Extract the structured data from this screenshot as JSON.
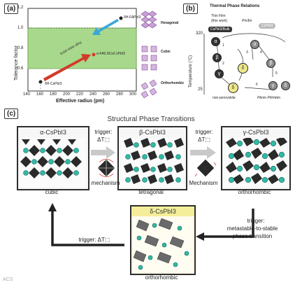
{
  "panel_a": {
    "label": "(a)",
    "ylabel": "Tolerance factor",
    "xlabel": "Effective radius (pm)",
    "yticks": [
      "1.2",
      "1.0",
      "0.8",
      "0.6"
    ],
    "xticks": [
      "140",
      "160",
      "180",
      "200",
      "220",
      "240",
      "260",
      "280",
      "300"
    ],
    "point_top": "δH-FAPbI3",
    "point_mid": "α-FA0.9Cs0.1PbI3",
    "point_low": "δH-CsPbI3",
    "arrow_text": "Solid state alloy",
    "structures": [
      "Hexagonal",
      "Cubic",
      "Orthorhombic"
    ]
  },
  "panel_b": {
    "label": "(b)",
    "title1": "Thermal Phase Relations",
    "title2": "Thin Film",
    "title3": "(this work)",
    "chip_left": "CsPbI3/Bulk",
    "chip_right": "CsPbI3",
    "pm3m": "Pm3̄m",
    "ylabel": "Temperature (°C)",
    "yticks": [
      "320",
      "25"
    ],
    "bottom_left": "non-perovskite",
    "bottom_right": "Pbnm  P4/mbm",
    "balls": [
      "α",
      "β",
      "γ",
      "δ",
      "δ",
      "α",
      "β",
      "γ",
      "δ"
    ],
    "nums": [
      "1",
      "2",
      "3",
      "4",
      "5",
      "6"
    ]
  },
  "panel_c": {
    "label": "(c)",
    "title": "Structural Phase Transitions",
    "alpha_title": "α-CsPbI3",
    "beta_title": "β-CsPbI3",
    "gamma_title": "γ-CsPbI3",
    "delta_title": "δ-CsPbI3",
    "trigger1": "trigger:",
    "delta_t1": "ΔT⬚",
    "trigger2": "trigger:",
    "delta_t2": "ΔT⬚",
    "mechanism1": "mechanism",
    "mechanism2": "Mechanism",
    "cubic": "cubic",
    "tetragonal": "tetragonal",
    "orthorhombic": "orthorhombic",
    "orthorhombic2": "orthorhombic",
    "trigger_right_1": "trigger:",
    "trigger_right_2": "metastable-to-stable",
    "trigger_right_3": "phase transition",
    "trigger_bottom": "trigger: ΔT⬚"
  },
  "watermark": "ACS"
}
